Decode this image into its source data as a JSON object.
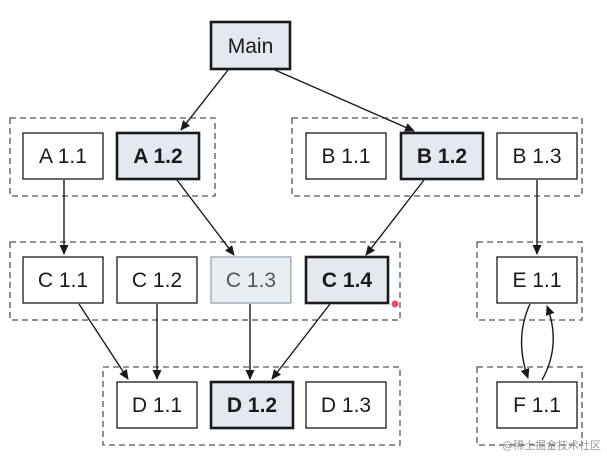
{
  "nodes": {
    "main": "Main",
    "a11": "A 1.1",
    "a12": "A 1.2",
    "b11": "B 1.1",
    "b12": "B 1.2",
    "b13": "B 1.3",
    "c11": "C 1.1",
    "c12": "C 1.2",
    "c13": "C 1.3",
    "c14": "C 1.4",
    "d11": "D 1.1",
    "d12": "D 1.2",
    "d13": "D 1.3",
    "e11": "E 1.1",
    "f11": "F 1.1"
  },
  "watermark": "@稀土掘金技术社区",
  "colors": {
    "highlight_fill": "#e3e9ef",
    "light_fill": "#e8edf2",
    "border": "#1a1a1a",
    "group_border": "#555555",
    "marker": "#e0506a"
  }
}
